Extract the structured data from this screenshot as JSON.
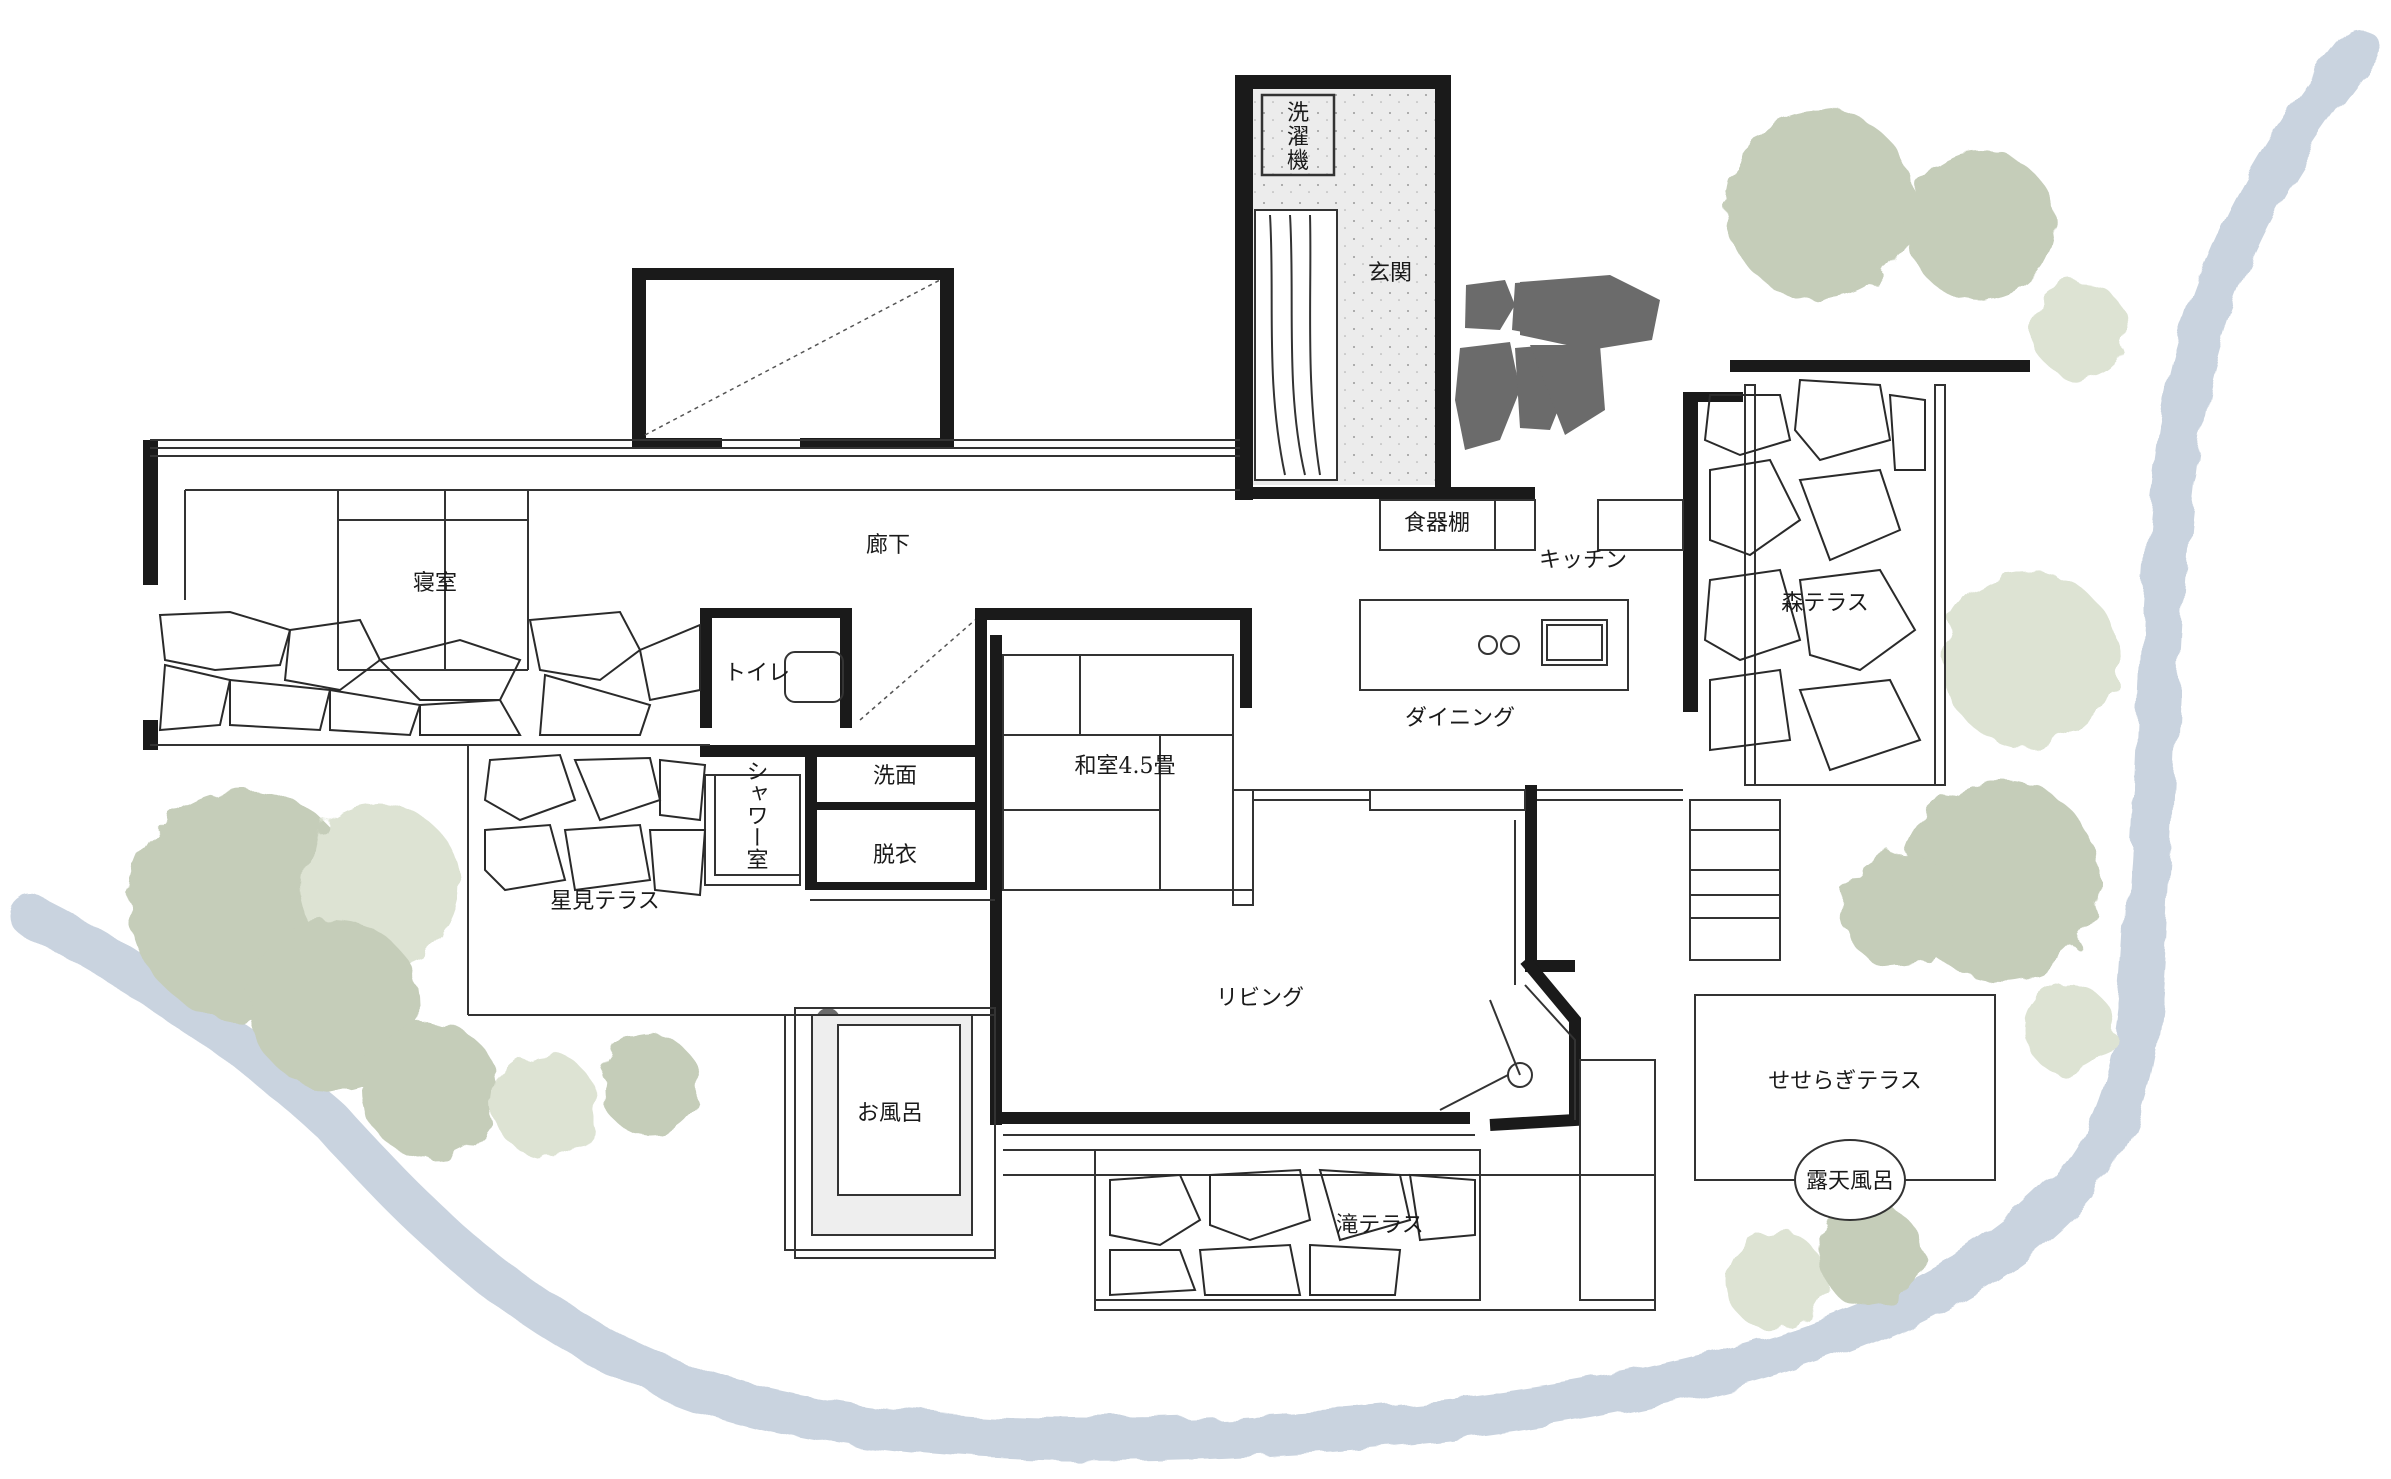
{
  "rooms": {
    "laundry": "洗\n濯\n機",
    "entrance": "玄関",
    "corridor": "廊下",
    "bedroom": "寝室",
    "cupboard": "食器棚",
    "kitchen": "キッチン",
    "forest_terrace": "森テラス",
    "toilet": "トイレ",
    "shower": "シャワー室",
    "washroom": "洗面",
    "dressing": "脱衣",
    "japanese_room": "和室4.5畳",
    "dining": "ダイニング",
    "star_terrace": "星見テラス",
    "living": "リビング",
    "bath": "お風呂",
    "waterfall_terrace": "滝テラス",
    "stream_terrace": "せせらぎテラス",
    "open_air_bath": "露天風呂"
  },
  "colors": {
    "wall": "#1a1a1a",
    "river": "#c9d3df",
    "tree": "#c5cdb9",
    "tree_light": "#dde3d3",
    "rock": "#6b6b6b",
    "floor_dots": "#e8e8e8"
  }
}
